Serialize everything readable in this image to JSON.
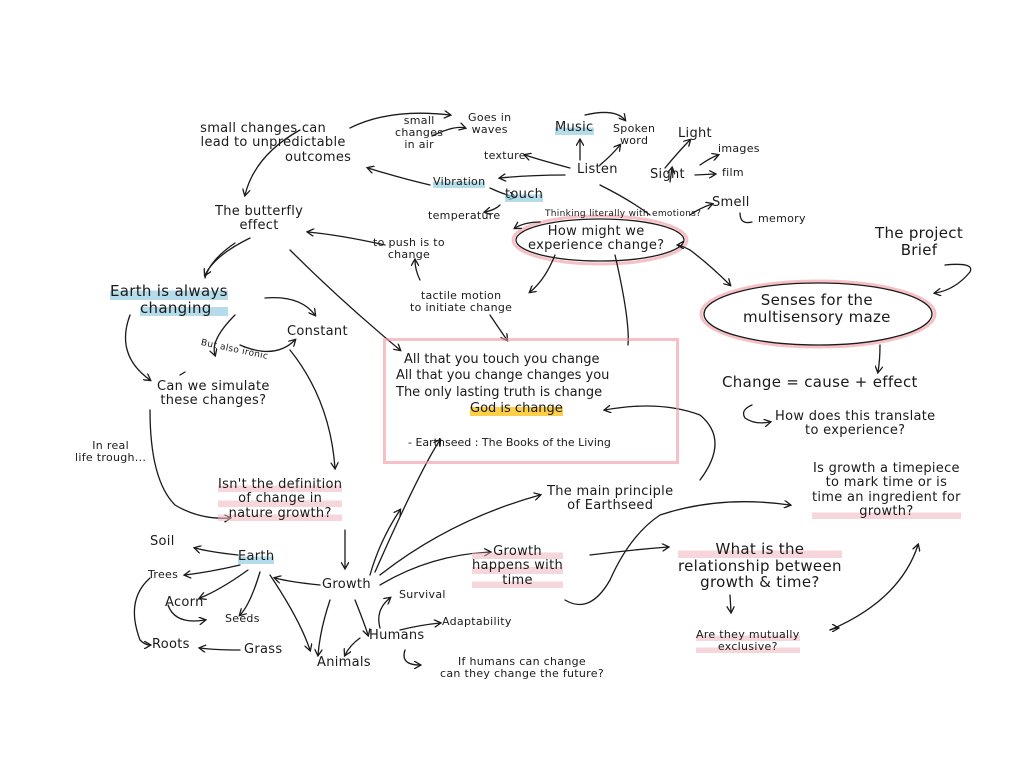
{
  "nodes": {
    "small_changes": [
      "small changes can",
      "lead to unpredictable",
      "outcomes"
    ],
    "small_changes_air": [
      "small",
      "changes",
      "in air"
    ],
    "goes_in_waves": [
      "Goes in",
      "waves"
    ],
    "music": "Music",
    "spoken_word": [
      "Spoken",
      "word"
    ],
    "light": "Light",
    "images": "images",
    "film": "film",
    "sight": "Sight",
    "texture": "texture",
    "listen": "Listen",
    "vibration": "Vibration",
    "touch": "touch",
    "smell": "Smell",
    "memory": "memory",
    "temperature": "temperature",
    "thinking_literally": "Thinking literally with emotions?",
    "how_might_we": [
      "How might we",
      "experience change?"
    ],
    "butterfly": [
      "The butterfly",
      "effect"
    ],
    "push": [
      "to push is to",
      "change"
    ],
    "project_brief": [
      "The project",
      "Brief"
    ],
    "earth_changing": [
      "Earth is always",
      "changing"
    ],
    "constant": "Constant",
    "but_ironic": "But also ironic",
    "tactile": [
      "tactile motion",
      "to initiate change"
    ],
    "senses": [
      "Senses for the",
      "multisensory maze"
    ],
    "change_eq": "Change = cause + effect",
    "translate": [
      "How does this translate",
      "to experience?"
    ],
    "simulate": [
      "Can we simulate",
      "these changes?"
    ],
    "in_real_life": [
      "In real",
      "life trough..."
    ],
    "definition": [
      "Isn't the definition",
      "of change in",
      "nature growth?"
    ],
    "main_principle": [
      "The main principle",
      "of Earthseed"
    ],
    "growth_timepiece": [
      "Is growth a timepiece",
      "to mark time or is",
      "time an ingredient for",
      "growth?"
    ],
    "soil": "Soil",
    "earth": "Earth",
    "trees": "Trees",
    "acorn": "Acorn",
    "seeds": "Seeds",
    "roots": "Roots",
    "grass": "Grass",
    "growth": "Growth",
    "survival": "Survival",
    "adaptability": "Adaptability",
    "humans": "Humans",
    "animals": "Animals",
    "growth_time": [
      "Growth",
      "happens with",
      "time"
    ],
    "relationship": [
      "What is the",
      "relationship between",
      "growth & time?"
    ],
    "mutually": [
      "Are they mutually",
      "exclusive?"
    ],
    "humans_change": [
      "If humans can change",
      "can they change the future?"
    ]
  },
  "quote": {
    "line1": "All that you touch you change",
    "line2": "All that you change changes you",
    "line3": "The only lasting truth is change",
    "line4": "God is change",
    "source": "- Earthseed : The Books of the Living"
  },
  "colors": {
    "ink": "#1a1a1a",
    "pink": "#f0b4be",
    "blue": "#96cde1",
    "yellow": "#fac828"
  }
}
